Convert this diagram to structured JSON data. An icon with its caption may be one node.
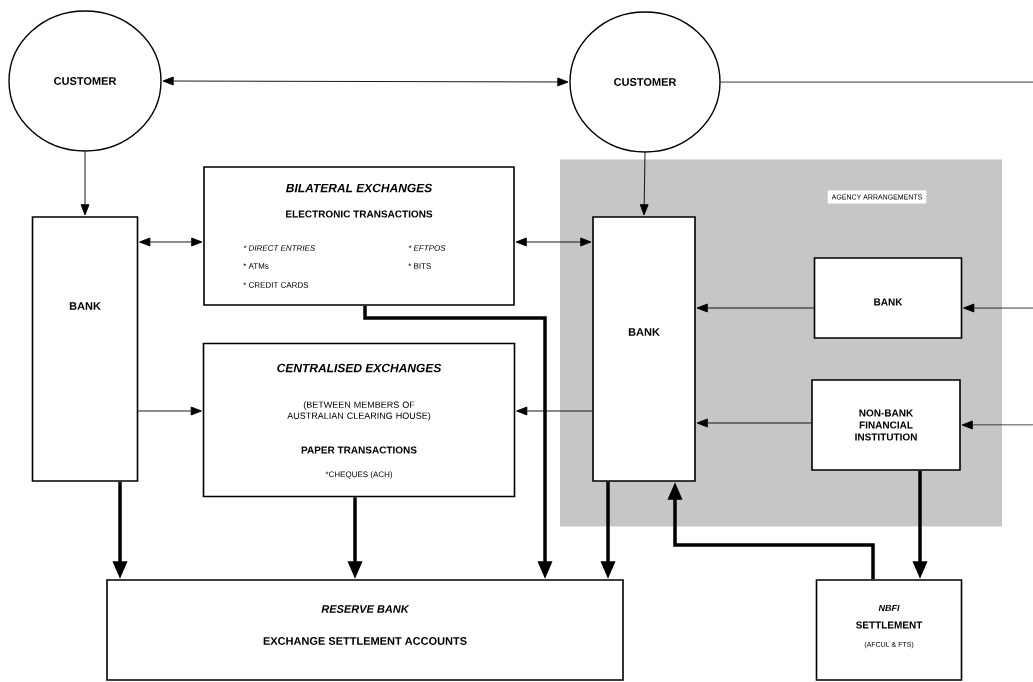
{
  "diagram": {
    "nodes": [
      {
        "text": [
          "CUSTOMER"
        ]
      },
      {
        "text": [
          "CUSTOMER"
        ]
      },
      {
        "text": [
          "BANK"
        ]
      },
      {
        "text": [
          "BILATERAL EXCHANGES",
          "ELECTRONIC TRANSACTIONS",
          "* DIRECT ENTRIES",
          "* EFTPOS",
          "* ATMs",
          "* BITS",
          "* CREDIT CARDS"
        ]
      },
      {
        "text": [
          "AGENCY ARRANGEMENTS"
        ]
      },
      {
        "text": [
          "BANK"
        ],
        "in": 4
      },
      {
        "text": [
          "BANK"
        ],
        "in": 4
      },
      {
        "text": [
          "NON-BANK FINANCIAL INSTITUTION"
        ],
        "in": 4
      },
      {
        "text": [
          "CENTRALISED EXCHANGES",
          "(BETWEEN MEMBERS OF AUSTRALIAN CLEARING HOUSE)",
          "PAPER TRANSACTIONS",
          "*CHEQUES (ACH)"
        ]
      },
      {
        "text": [
          "RESERVE BANK",
          "EXCHANGE SETTLEMENT ACCOUNTS"
        ]
      },
      {
        "text": [
          "NBFI",
          "SETTLEMENT",
          "(AFCUL & FTS)"
        ]
      }
    ],
    "edges": [
      {
        "from": 0,
        "to": 1,
        "arrow": "both"
      },
      {
        "from": 1,
        "to": null,
        "arrow": "none"
      },
      {
        "from": null,
        "to": 6,
        "arrow": "to"
      },
      {
        "from": null,
        "to": 7,
        "arrow": "to"
      },
      {
        "from": 0,
        "to": 2,
        "arrow": "to"
      },
      {
        "from": 1,
        "to": 5,
        "arrow": "to"
      },
      {
        "from": 2,
        "to": 3,
        "arrow": "both"
      },
      {
        "from": 3,
        "to": 5,
        "arrow": "both"
      },
      {
        "from": 2,
        "to": 8,
        "arrow": "to"
      },
      {
        "from": 5,
        "to": 8,
        "arrow": "to"
      },
      {
        "from": 6,
        "to": 5,
        "arrow": "to"
      },
      {
        "from": 7,
        "to": 5,
        "arrow": "to"
      },
      {
        "from": 2,
        "to": 9,
        "arrow": "to",
        "style": "thick"
      },
      {
        "from": 8,
        "to": 9,
        "arrow": "to",
        "style": "thick"
      },
      {
        "from": 3,
        "to": 9,
        "arrow": "to",
        "style": "thick"
      },
      {
        "from": 5,
        "to": 9,
        "arrow": "to",
        "style": "thick"
      },
      {
        "from": 7,
        "to": 10,
        "arrow": "to",
        "style": "thick"
      },
      {
        "from": 10,
        "to": 5,
        "arrow": "to",
        "style": "thick"
      }
    ]
  }
}
